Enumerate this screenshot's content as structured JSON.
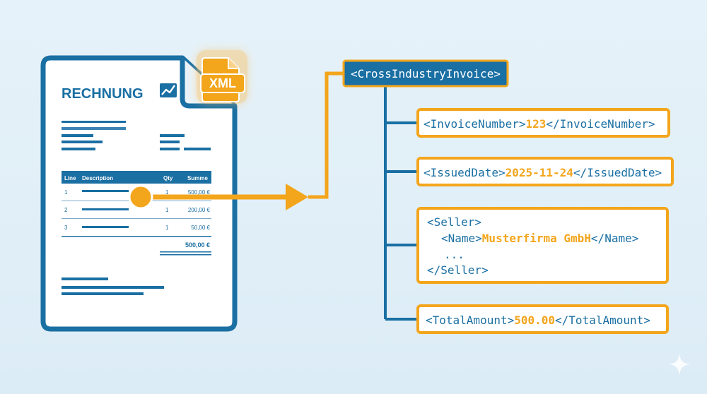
{
  "colors": {
    "blue": "#1a6fa3",
    "blue_light": "#4f8fbe",
    "orange": "#f3a51b",
    "orange_dark": "#e8900f",
    "paper": "#ffffff",
    "background": "#e3f0f8"
  },
  "invoice": {
    "title": "RECHNUNG",
    "chart_icon": "trend-chart-icon",
    "xml_badge": "XML",
    "table": {
      "headers": [
        "Line",
        "Description",
        "Qty",
        "Summe"
      ],
      "rows": [
        {
          "line": "1",
          "qty": "1",
          "sum": "500,00 €"
        },
        {
          "line": "2",
          "qty": "1",
          "sum": "200,00 €"
        },
        {
          "line": "3",
          "qty": "1",
          "sum": "50,00 €"
        }
      ],
      "total": "500,00 €"
    }
  },
  "xml": {
    "root": "<CrossIndustryInvoice>",
    "invoice_number": {
      "open": "<InvoiceNumber>",
      "value": "123",
      "close": "</InvoiceNumber>"
    },
    "issued_date": {
      "open": "<IssuedDate>",
      "value": "2025-11-24",
      "close": "</IssuedDate>"
    },
    "seller": {
      "open": "<Seller>",
      "name_open": "<Name>",
      "name_value": "Musterfirma GmbH",
      "name_close": "</Name>",
      "ellipsis": "...",
      "close": "</Seller>"
    },
    "total_amount": {
      "open": "<TotalAmount>",
      "value": "500.00",
      "close": "</TotalAmount>"
    }
  },
  "sparkle_icon": "sparkle-icon"
}
